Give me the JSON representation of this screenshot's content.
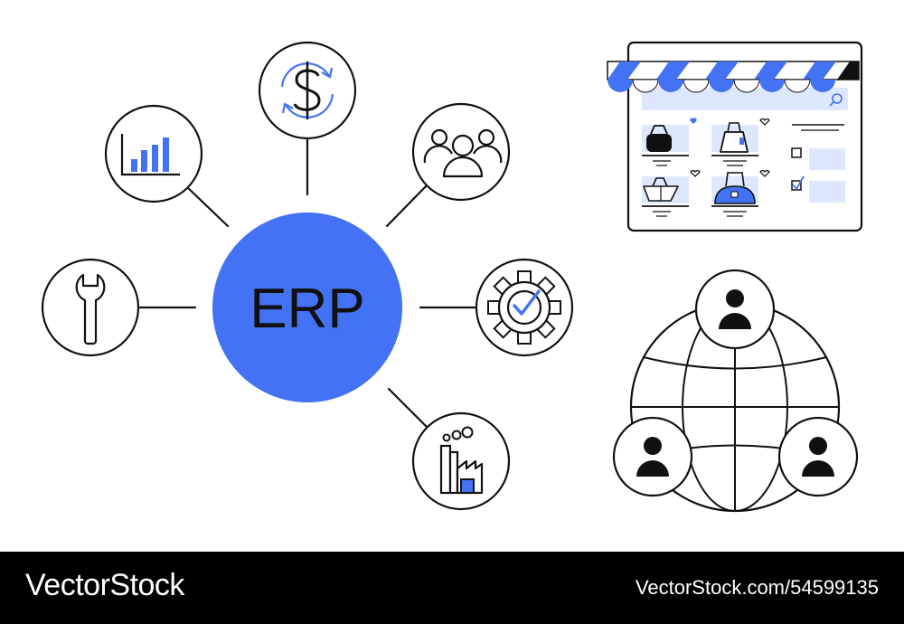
{
  "center": {
    "label": "ERP"
  },
  "icons": [
    {
      "name": "wrench-icon"
    },
    {
      "name": "bar-chart-icon"
    },
    {
      "name": "dollar-cycle-icon"
    },
    {
      "name": "team-icon"
    },
    {
      "name": "gear-check-icon"
    },
    {
      "name": "factory-icon"
    }
  ],
  "storefront": {
    "name": "online-store-icon"
  },
  "globe": {
    "name": "global-network-icon"
  },
  "colors": {
    "accent": "#4472f5",
    "accent_light": "#dde7fd",
    "stroke": "#111111",
    "footer_bg": "#000000"
  },
  "footer": {
    "brand": "VectorStock",
    "image_id": "VectorStock.com/54599135"
  }
}
